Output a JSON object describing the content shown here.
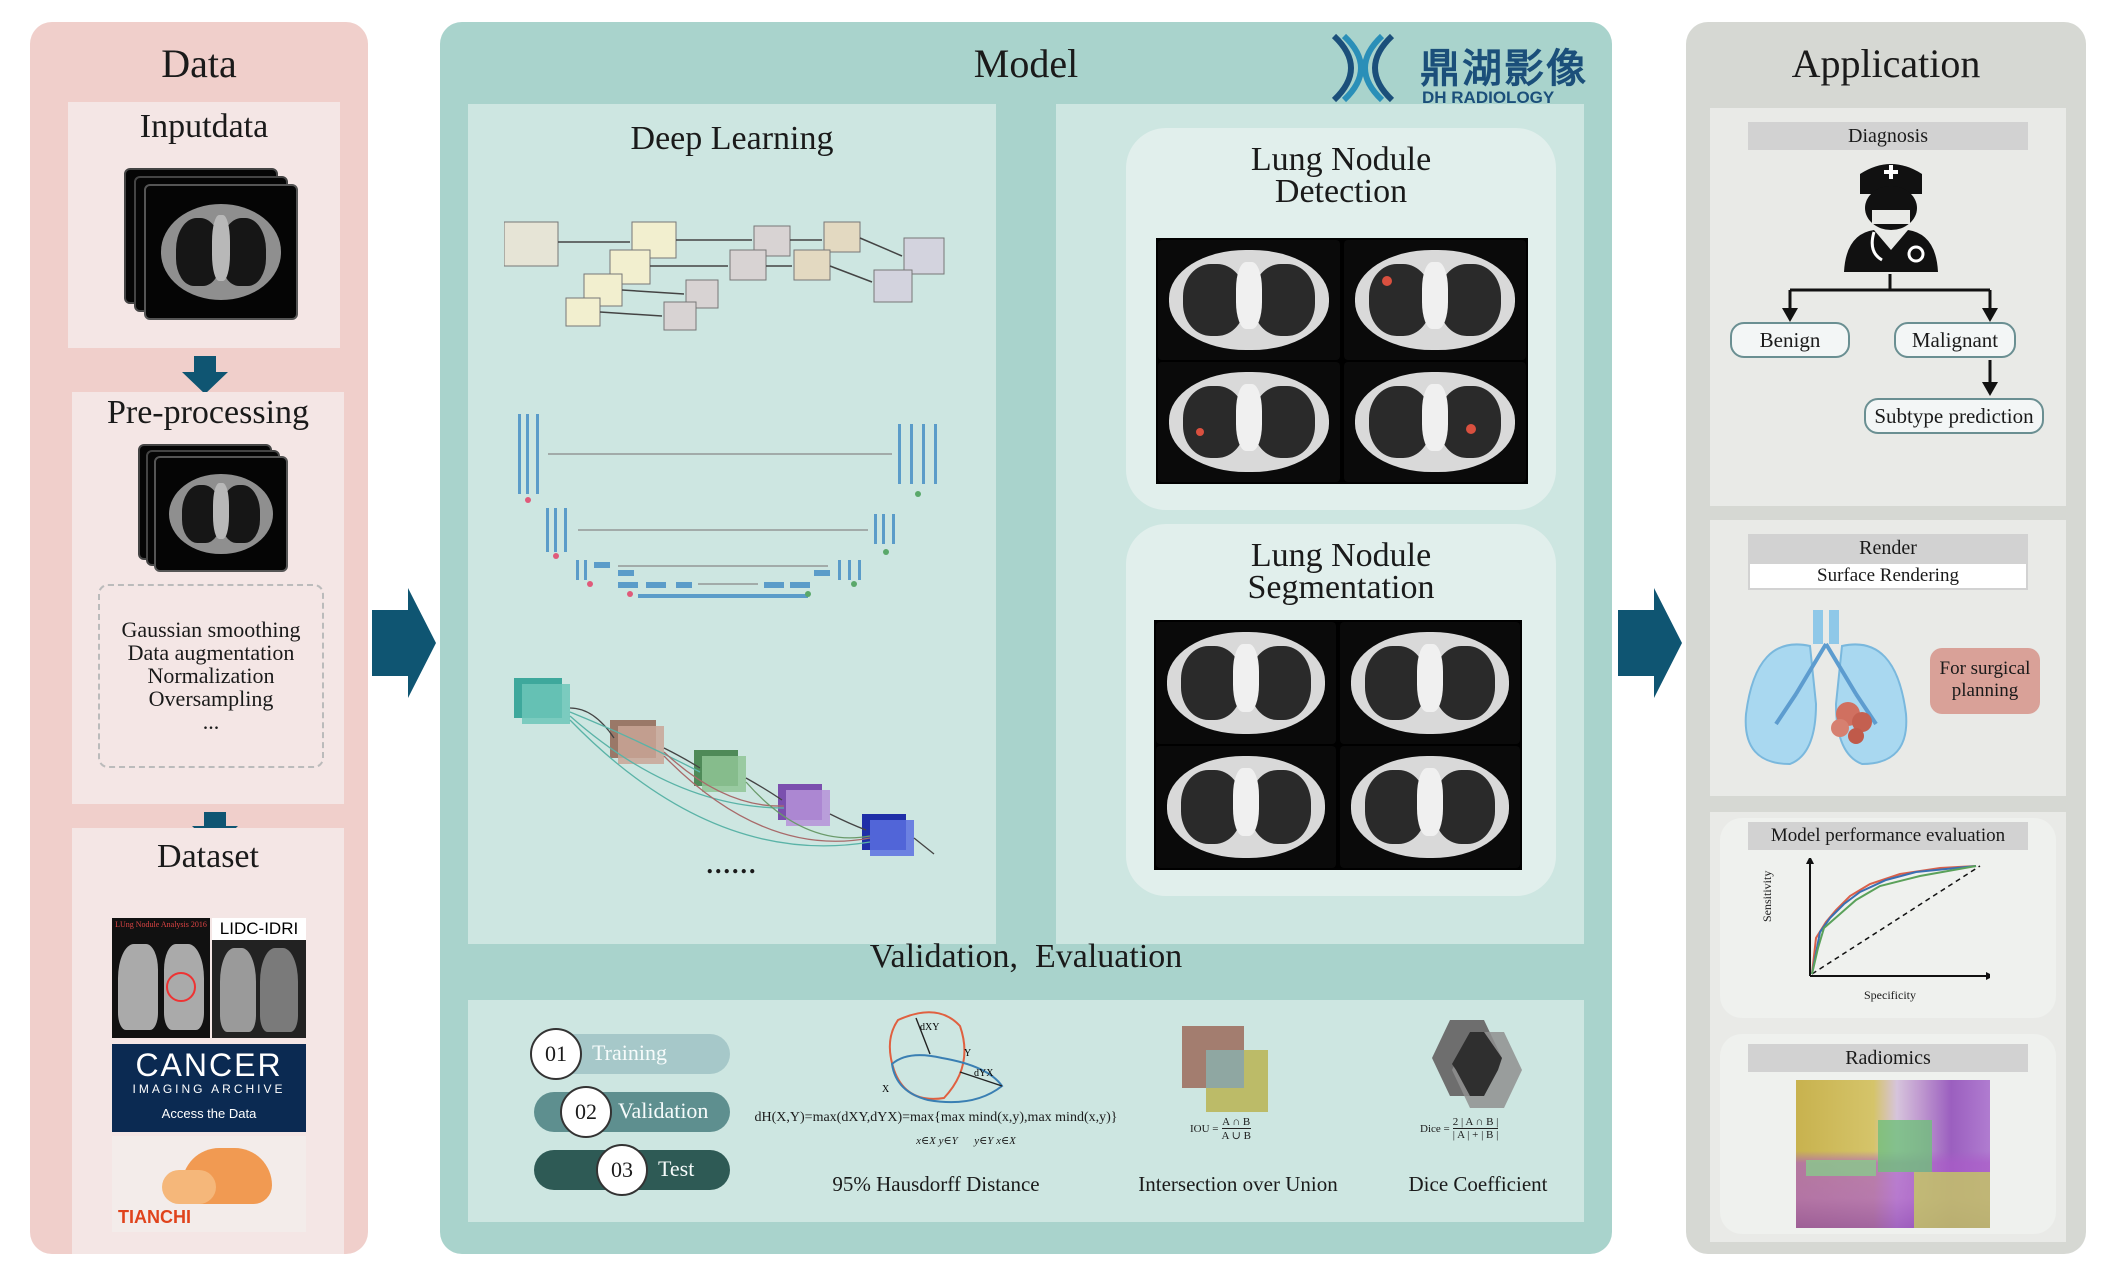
{
  "data_panel": {
    "title": "Data",
    "inputdata_title": "Inputdata",
    "preprocessing_title": "Pre-processing",
    "preprocessing_steps": [
      "Gaussian smoothing",
      "Data augmentation",
      "Normalization",
      "Oversampling",
      "..."
    ],
    "dataset_title": "Dataset",
    "dataset_logos": {
      "luna_text": "LUng Nodule Analysis 2016",
      "lidc_text": "LIDC-IDRI",
      "tcia_main": "CANCER",
      "tcia_sub": "IMAGING ARCHIVE",
      "tcia_link": "Access the Data",
      "tianchi_text": "TIANCHI"
    }
  },
  "model_panel": {
    "title": "Model",
    "logo_cn": "鼎湖影像",
    "logo_en": "DH RADIOLOGY",
    "deep_learning_title": "Deep Learning",
    "ellipsis": "......",
    "detection_title_line1": "Lung Nodule",
    "detection_title_line2": "Detection",
    "segmentation_title_line1": "Lung Nodule",
    "segmentation_title_line2": "Segmentation",
    "validation_title": "Validation,  Evaluation",
    "steps": [
      {
        "num": "01",
        "label": "Training",
        "color": "#a6c8c9"
      },
      {
        "num": "02",
        "label": "Validation",
        "color": "#5e8f8f"
      },
      {
        "num": "03",
        "label": "Test",
        "color": "#2e5a55"
      }
    ],
    "metrics": {
      "hausdorff_formula": "dH(X,Y)=max(dXY,dYX)=max{max mind(x,y),max mind(x,y)}",
      "hausdorff_sub": "x∈X y∈Y      y∈Y x∈X",
      "hausdorff_label": "95% Hausdorff Distance",
      "iou_formula_left": "IOU =",
      "iou_num": "A ∩ B",
      "iou_den": "A ∪ B",
      "iou_label": "Intersection over Union",
      "dice_formula_left": "Dice =",
      "dice_num": "2 | A ∩ B |",
      "dice_den": "| A | + | B |",
      "dice_label": "Dice Coefficient",
      "dxy": "dXY",
      "dyx": "dYX",
      "x": "X",
      "y": "Y"
    }
  },
  "application_panel": {
    "title": "Application",
    "diagnosis_title": "Diagnosis",
    "benign": "Benign",
    "malignant": "Malignant",
    "subtype": "Subtype prediction",
    "render_title": "Render",
    "surface_rendering": "Surface Rendering",
    "surgical_line1": "For surgical",
    "surgical_line2": "planning",
    "performance_title": "Model performance evaluation",
    "roc_ylabel": "Sensitivity",
    "roc_xlabel": "Specificity",
    "radiomics_title": "Radiomics"
  },
  "colors": {
    "data_bg": "#f0cfcb",
    "model_bg": "#a9d3cc",
    "app_bg": "#d6d8d3",
    "arrow": "#0f5572",
    "roc_red": "#d9604a",
    "roc_blue": "#3a6fb3",
    "roc_green": "#5aa15a"
  }
}
